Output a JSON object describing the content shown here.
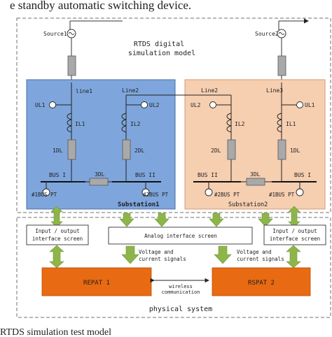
{
  "header_text": "e standby automatic switching device.",
  "caption_text": "RTDS simulation test model",
  "rtds_title": "RTDS digital",
  "rtds_subtitle": "simulation model",
  "physical_title": "physical system",
  "colors": {
    "substation1_fill": "#7ea6dc",
    "substation2_fill": "#f6ceb0",
    "breaker_fill": "#a9a9a9",
    "arrow_green": "#8db54a",
    "repat_orange": "#e86a12",
    "dashed_border": "#707070"
  },
  "sources": {
    "source1": "Source1",
    "source2": "Source2"
  },
  "substation1": {
    "name": "Substation1",
    "line1": "line1",
    "line2": "Line2",
    "ul1": "UL1",
    "ul2": "UL2",
    "il1": "IL1",
    "il2": "IL2",
    "breaker1": "1DL",
    "breaker2": "2DL",
    "bus1": "BUS I",
    "bus2": "BUS II",
    "tie_breaker": "3DL",
    "pt1": "#1BUS PT",
    "pt2": "#2BUS PT"
  },
  "substation2": {
    "name": "Substation2",
    "line2": "Line2",
    "line3": "Line3",
    "ul2": "UL2",
    "ul1": "UL1",
    "il2": "IL2",
    "il1": "IL1",
    "breaker2": "2DL",
    "breaker1": "1DL",
    "bus2": "BUS II",
    "bus1": "BUS I",
    "tie_breaker": "3DL",
    "pt2": "#2BUS PT",
    "pt1": "#1BUS PT"
  },
  "interfaces": {
    "io_left_line1": "Input / output",
    "io_left_line2": "interface screen",
    "analog": "Analog interface screen",
    "io_right_line1": "Input / output",
    "io_right_line2": "interface screen"
  },
  "signals": {
    "left_line1": "Voltage and",
    "left_line2": "current signals",
    "right_line1": "Voltage and",
    "right_line2": "current signals"
  },
  "repat": {
    "left": "REPAT 1",
    "right": "RSPAT 2"
  },
  "wireless": {
    "line1": "wireless",
    "line2": "communication"
  }
}
